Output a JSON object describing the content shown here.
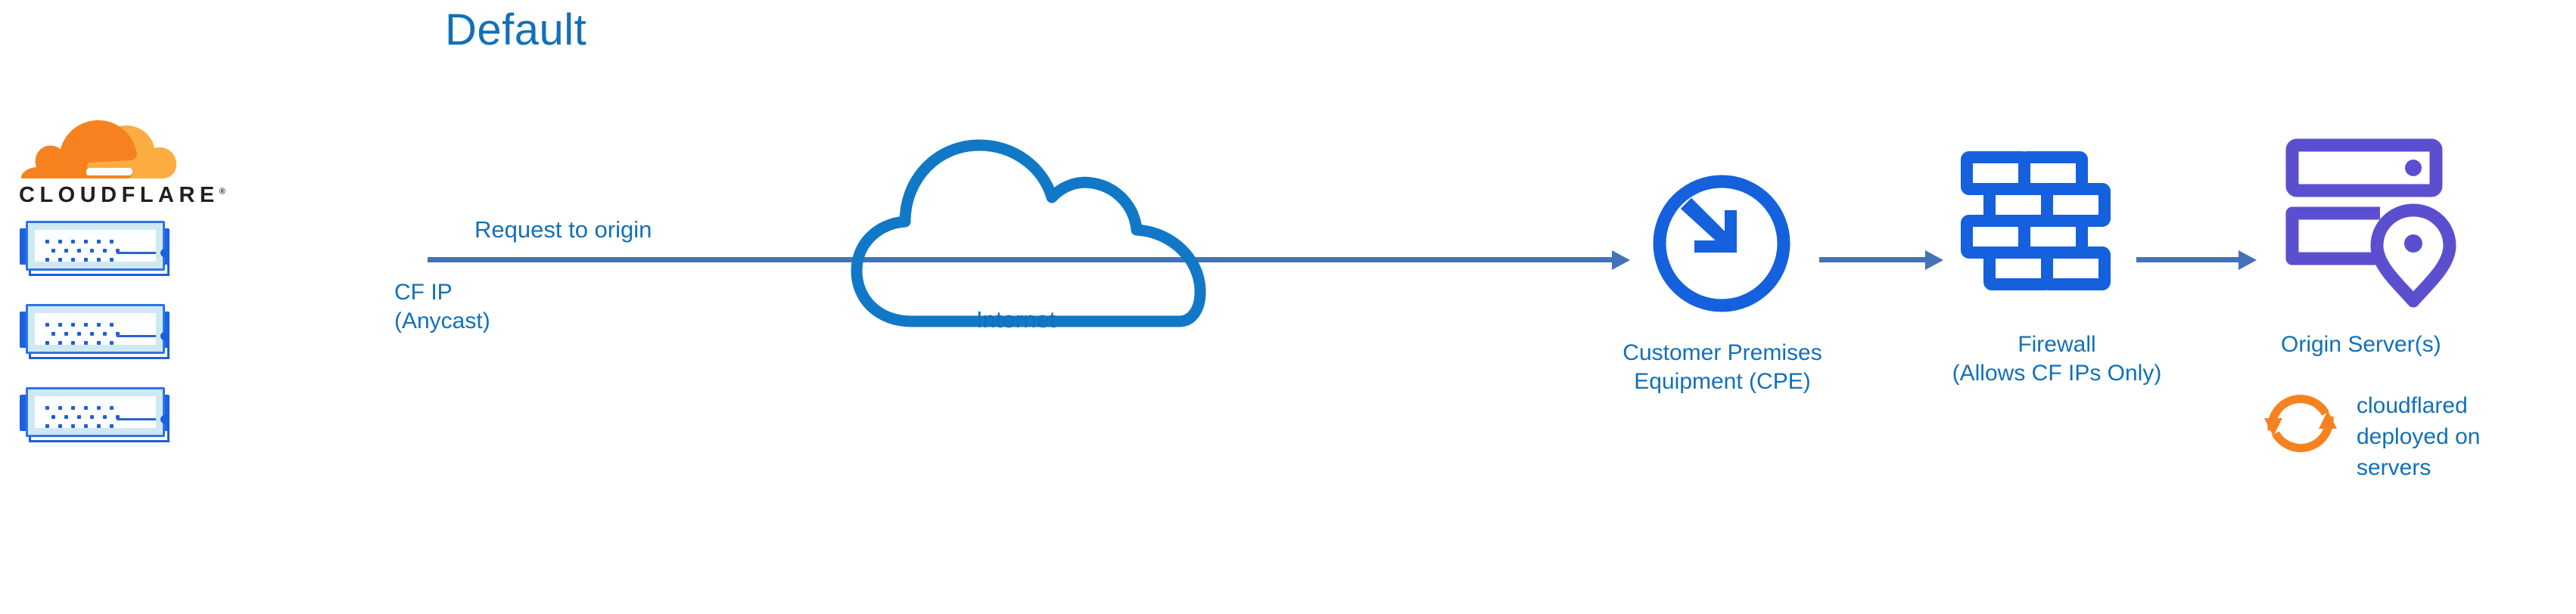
{
  "diagram": {
    "title": "Default",
    "type": "network-architecture-flow",
    "colors": {
      "title_blue": "#1270B8",
      "label_blue": "#1270B8",
      "arrow_blue": "#4472B8",
      "icon_blue": "#1560DD",
      "cloud_outline_blue": "#1178C8",
      "origin_purple": "#5B4FD0",
      "cloudflare_orange": "#F6821F",
      "cloudflare_orange_light": "#FBAD41",
      "wordmark_black": "#1F1F1F"
    }
  },
  "cloudflare": {
    "logo_icon": "cloudflare-cloud-logo",
    "wordmark": "CLOUDFLARE",
    "trademark": "®",
    "server_count": 3,
    "server_icon": "server-rack-icon"
  },
  "flow": {
    "request_label": "Request to origin",
    "cf_ip_label": "CF IP\n(Anycast)",
    "arrows": [
      {
        "name": "arrow-cf-to-internet",
        "from": "cloudflare",
        "to": "internet"
      },
      {
        "name": "arrow-internet-to-cpe",
        "from": "internet",
        "to": "cpe"
      },
      {
        "name": "arrow-cpe-to-firewall",
        "from": "cpe",
        "to": "firewall"
      },
      {
        "name": "arrow-firewall-to-origin",
        "from": "firewall",
        "to": "origin"
      }
    ]
  },
  "nodes": {
    "internet": {
      "label": "Internet",
      "icon": "cloud-icon"
    },
    "cpe": {
      "label": "Customer Premises\nEquipment (CPE)",
      "icon": "router-icon"
    },
    "firewall": {
      "label": "Firewall\n(Allows CF IPs Only)",
      "icon": "brick-wall-icon"
    },
    "origin": {
      "label": "Origin Server(s)",
      "icon": "server-with-location-pin-icon"
    }
  },
  "annotations": {
    "cloudflared": {
      "label": "cloudflared\ndeployed on\nservers",
      "icon": "sync-arrows-icon"
    }
  }
}
